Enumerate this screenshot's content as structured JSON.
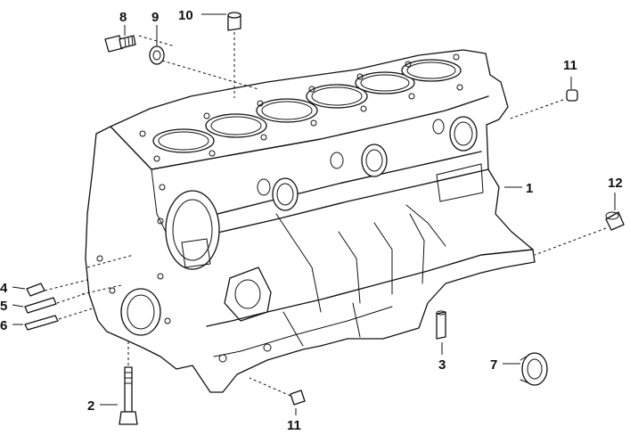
{
  "callouts": {
    "c1": "1",
    "c2": "2",
    "c3": "3",
    "c4": "4",
    "c5": "5",
    "c6": "6",
    "c7": "7",
    "c8": "8",
    "c9": "9",
    "c10": "10",
    "c11_top": "11",
    "c11_bottom": "11",
    "c12": "12"
  }
}
